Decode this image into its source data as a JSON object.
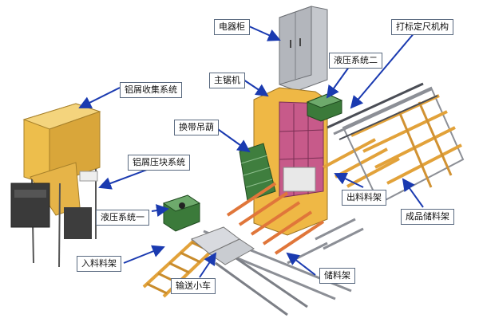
{
  "labels": {
    "electrical_cabinet": "电器柜",
    "fixed_length_marking": "打标定尺机构",
    "chip_collection": "铝屑收集系统",
    "hydraulic_system_2": "液压系统二",
    "main_saw": "主锯机",
    "belt_change_hoist": "换带吊葫",
    "chip_briquetting": "铝屑压块系统",
    "discharge_rack": "出料料架",
    "hydraulic_system_1": "液压系统一",
    "finished_storage_rack": "成品储料架",
    "infeed_rack": "入料料架",
    "storage_rack": "储料架",
    "transfer_cart": "输送小车"
  },
  "colors": {
    "callout_arrow": "#1a3ab0",
    "machine_yellow": "#e9b640",
    "machine_orange": "#e2a23a",
    "cabinet_gray": "#b9bcc2",
    "hydraulic_green": "#3f7e3e",
    "saw_magenta": "#c75a8a",
    "rail_gray": "#8c8f96"
  }
}
